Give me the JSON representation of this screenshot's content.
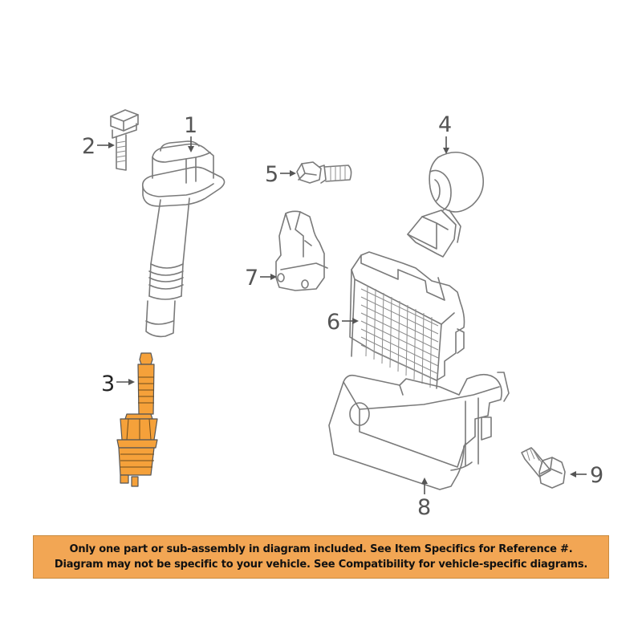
{
  "callouts": {
    "c1": "1",
    "c2": "2",
    "c3": "3",
    "c4": "4",
    "c5": "5",
    "c6": "6",
    "c7": "7",
    "c8": "8",
    "c9": "9"
  },
  "highlight_color": "#f5a13a",
  "banner": {
    "line1": "Only one part or sub-assembly in diagram included. See Item Specifics for Reference #.",
    "line2": "Diagram may not be specific to your vehicle. See Compatibility for vehicle-specific diagrams.",
    "background": "#f2a654"
  }
}
